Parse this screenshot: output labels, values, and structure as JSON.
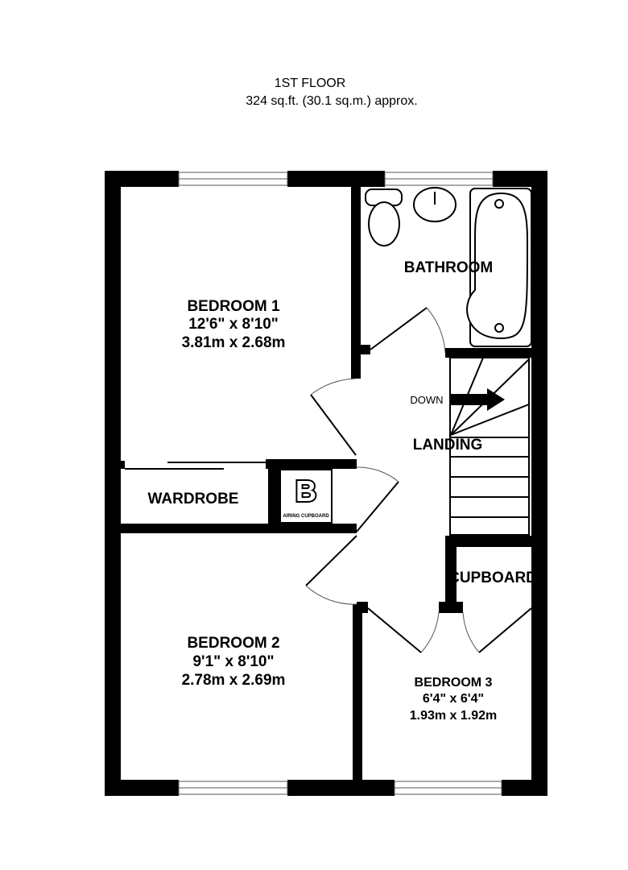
{
  "header": {
    "floor": "1ST FLOOR",
    "area": "324 sq.ft. (30.1 sq.m.) approx."
  },
  "rooms": {
    "bedroom1": {
      "name": "BEDROOM 1",
      "imperial": "12'6\"  x 8'10\"",
      "metric": "3.81m  x 2.68m"
    },
    "bathroom": {
      "name": "BATHROOM"
    },
    "landing": {
      "name": "LANDING",
      "stairs_label": "DOWN"
    },
    "wardrobe": {
      "name": "WARDROBE"
    },
    "airing_cupboard": {
      "name": "AIRING CUPBOARD",
      "symbol": "B"
    },
    "cupboard": {
      "name": "CUPBOARD"
    },
    "bedroom2": {
      "name": "BEDROOM 2",
      "imperial": "9'1\"  x 8'10\"",
      "metric": "2.78m  x 2.69m"
    },
    "bedroom3": {
      "name": "BEDROOM 3",
      "imperial": "6'4\"  x 6'4\"",
      "metric": "1.93m  x 1.92m"
    }
  }
}
